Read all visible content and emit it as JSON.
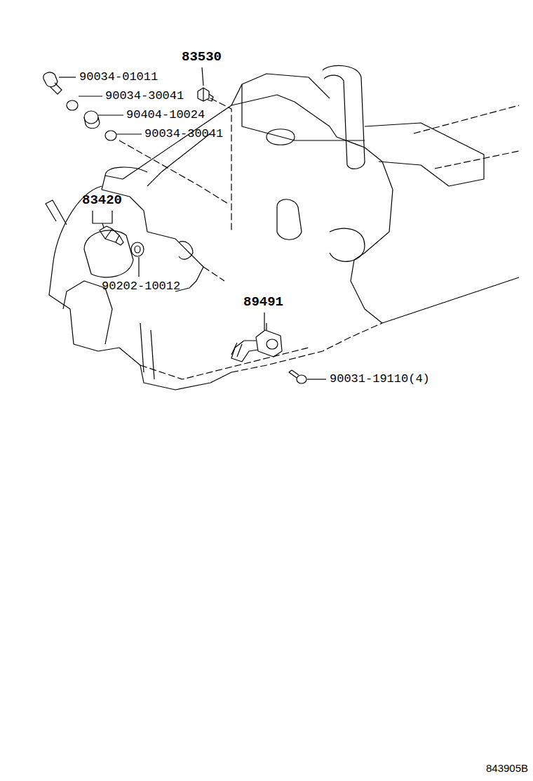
{
  "diagram": {
    "labels": [
      "83530",
      "90034-01011",
      "90034-30041",
      "90404-10024",
      "90034-30041",
      "83420",
      "90202-10012",
      "89491",
      "90031-19110(4)",
      "843905B"
    ]
  }
}
